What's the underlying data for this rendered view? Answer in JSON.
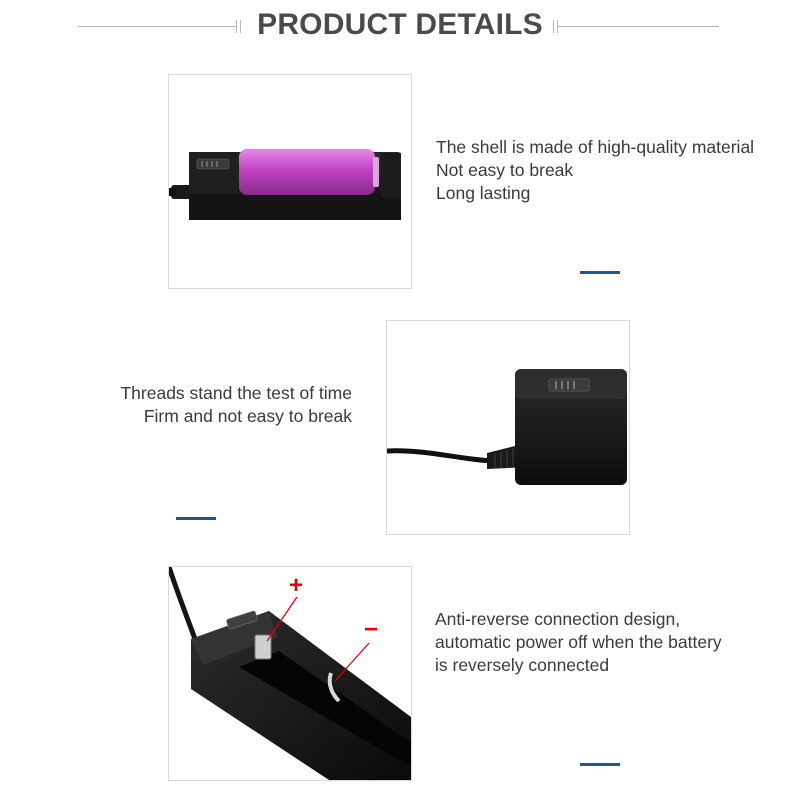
{
  "header": {
    "title": "PRODUCT DETAILS"
  },
  "sections": [
    {
      "lines": [
        "The shell is made of high-quality material",
        "Not easy to break",
        "Long lasting"
      ]
    },
    {
      "lines": [
        "Threads stand the test of time",
        "Firm and not easy to break"
      ]
    },
    {
      "lines": [
        "Anti-reverse connection design,",
        "automatic power off when the battery",
        "is reversely connected"
      ]
    }
  ],
  "polarity": {
    "positive": "+",
    "negative": "−"
  },
  "colors": {
    "accent": "#1d5a8c",
    "title": "#4a4a4a",
    "polarity": "#e00000",
    "battery": "#c040c0"
  }
}
